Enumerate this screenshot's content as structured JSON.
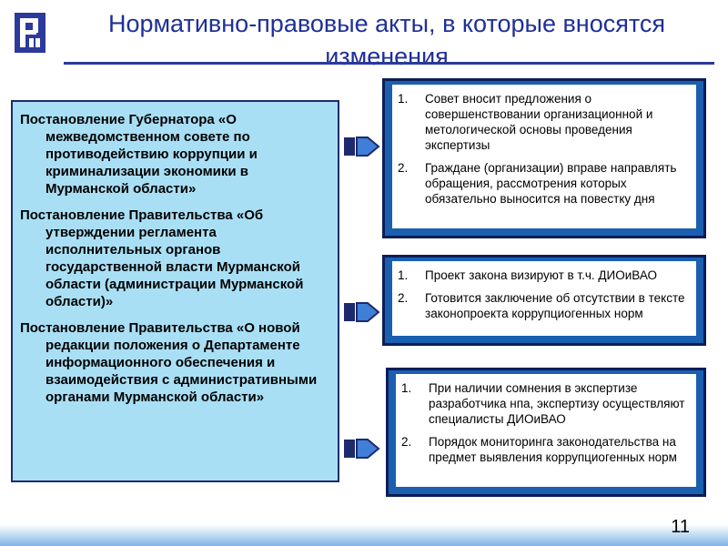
{
  "slide": {
    "title": "Нормативно-правовые акты, в которые вносятся изменения",
    "page_number": "11",
    "colors": {
      "title": "#1f2f99",
      "left_panel_bg": "#a9dff5",
      "right_panel_frame": "#1a5fb0",
      "border": "#0e1d56"
    }
  },
  "left_panel": {
    "paragraphs": [
      "Постановление Губернатора «О межведомственном совете по противодействию коррупции и криминализации экономики в Мурманской области»",
      "Постановление Правительства «Об утверждении регламента исполнительных органов государственной власти Мурманской области (администрации Мурманской области)»",
      "Постановление Правительства «О новой редакции положения о Департаменте информационного обеспечения и взаимодействия с административными органами Мурманской области»"
    ]
  },
  "right_panels": [
    {
      "items": [
        {
          "num": "1.",
          "text": "Совет вносит предложения о совершенствовании организационной и метологической основы проведения экспертизы"
        },
        {
          "num": "2.",
          "text": "Граждане (организации) вправе направлять обращения, рассмотрения которых обязательно выносится на повестку дня"
        }
      ]
    },
    {
      "items": [
        {
          "num": "1.",
          "text": "Проект закона визируют в т.ч. ДИОиВАО"
        },
        {
          "num": "2.",
          "text": "Готовится заключение об отсутствии в тексте законопроекта коррупциогенных норм"
        }
      ]
    },
    {
      "items": [
        {
          "num": "1.",
          "text": "При наличии сомнения в экспертизе разработчика нпа, экспертизу осуществляют специалисты ДИОиВАО"
        },
        {
          "num": "2.",
          "text": "Порядок мониторинга законодательства на предмет выявления коррупциогенных норм"
        }
      ]
    }
  ]
}
